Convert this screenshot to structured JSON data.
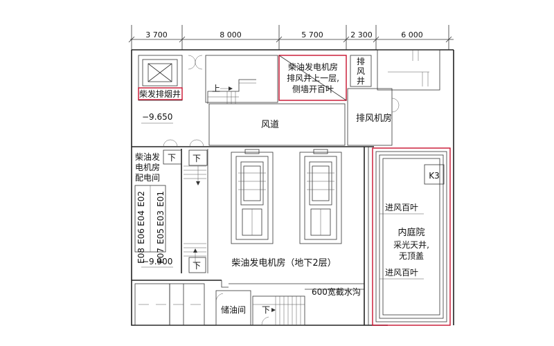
{
  "dimensions": [
    "3 700",
    "8 000",
    "5 700",
    "2 300",
    "6 000"
  ],
  "rooms": {
    "smoke_shaft": "柴发排烟井",
    "generator_vent_note": [
      "柴油发电机房",
      "排风井上一层,",
      "侧墙开百叶"
    ],
    "exhaust_shaft": [
      "排",
      "风",
      "井"
    ],
    "air_duct": "风道",
    "exhaust_room": "排风机房",
    "distribution_room": [
      "柴油发",
      "电机房",
      "配电间"
    ],
    "main_room": "柴油发电机房（地下2层）",
    "courtyard": "内庭院",
    "skylight": [
      "采光天井,",
      "无顶盖"
    ],
    "oil_storage": "储油间"
  },
  "levels": {
    "upper": "−9.650",
    "lower": "−9.900"
  },
  "stairs": {
    "up": "上",
    "down": "下"
  },
  "cabinet_labels": [
    "E01",
    "E02",
    "E03",
    "E04",
    "E05",
    "E06",
    "E07",
    "E08"
  ],
  "annotations": {
    "intake_louver_top": "进风百叶",
    "intake_louver_bottom": "进风百叶",
    "trench": "600宽截水沟",
    "k3": "K3"
  },
  "colors": {
    "highlight": "#c8102e",
    "line": "#222222"
  }
}
